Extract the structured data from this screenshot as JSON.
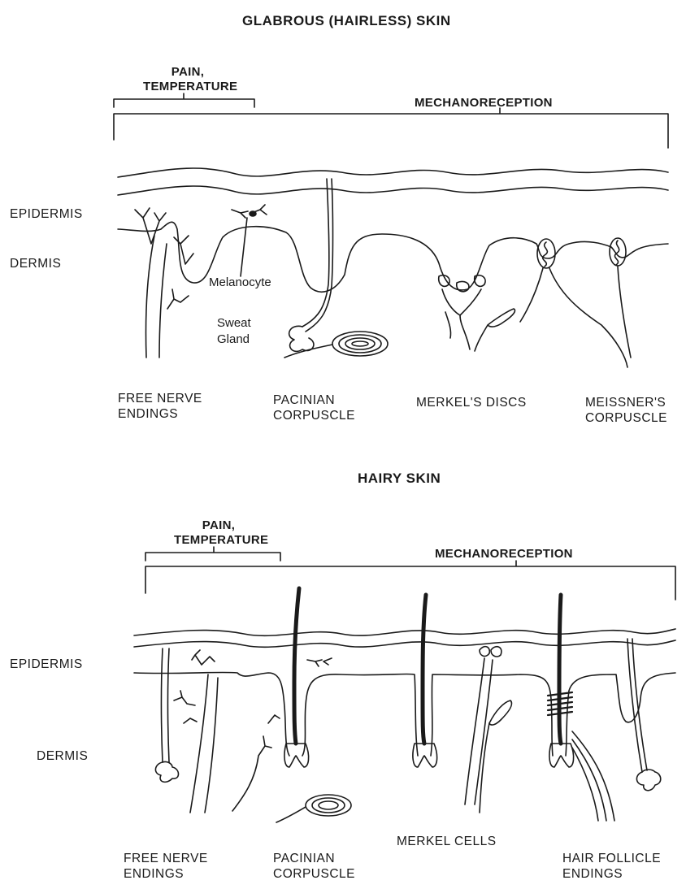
{
  "glabrous": {
    "title": "GLABROUS (HAIRLESS) SKIN",
    "bracket_pain": "PAIN,\nTEMPERATURE",
    "bracket_mech": "MECHANORECEPTION",
    "layer_epidermis": "EPIDERMIS",
    "layer_dermis": "DERMIS",
    "annotation_melanocyte": "Melanocyte",
    "annotation_sweat_gland": "Sweat\nGland",
    "captions": [
      "FREE NERVE\nENDINGS",
      "PACINIAN\nCORPUSCLE",
      "MERKEL'S DISCS",
      "MEISSNER'S\nCORPUSCLE"
    ]
  },
  "hairy": {
    "title": "HAIRY SKIN",
    "bracket_pain": "PAIN,\nTEMPERATURE",
    "bracket_mech": "MECHANORECEPTION",
    "layer_epidermis": "EPIDERMIS",
    "layer_dermis": "DERMIS",
    "captions": [
      "FREE NERVE\nENDINGS",
      "PACINIAN\nCORPUSCLE",
      "MERKEL CELLS",
      "HAIR FOLLICLE\nENDINGS"
    ]
  }
}
